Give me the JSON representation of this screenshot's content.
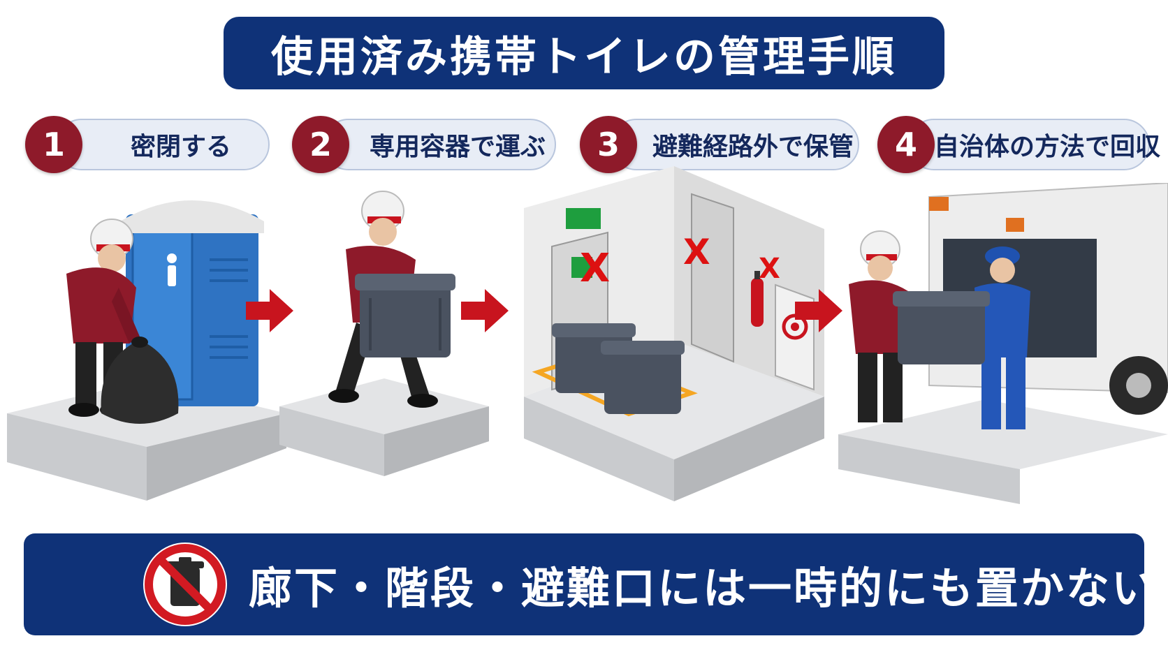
{
  "title": "使用済み携帯トイレの管理手順",
  "steps": [
    {
      "number": "1",
      "label": "密閉する"
    },
    {
      "number": "2",
      "label": "専用容器で運ぶ"
    },
    {
      "number": "3",
      "label": "避難経路外で保管"
    },
    {
      "number": "4",
      "label": "自治体の方法で回収"
    }
  ],
  "warning": {
    "text": "廊下・階段・避難口には一時的にも置かない",
    "icon": "no-trash-icon"
  },
  "colors": {
    "navy": "#0f3278",
    "maroon": "#8e1a2a",
    "arrow_red": "#c8141e",
    "pill_bg": "#e8edf6"
  }
}
